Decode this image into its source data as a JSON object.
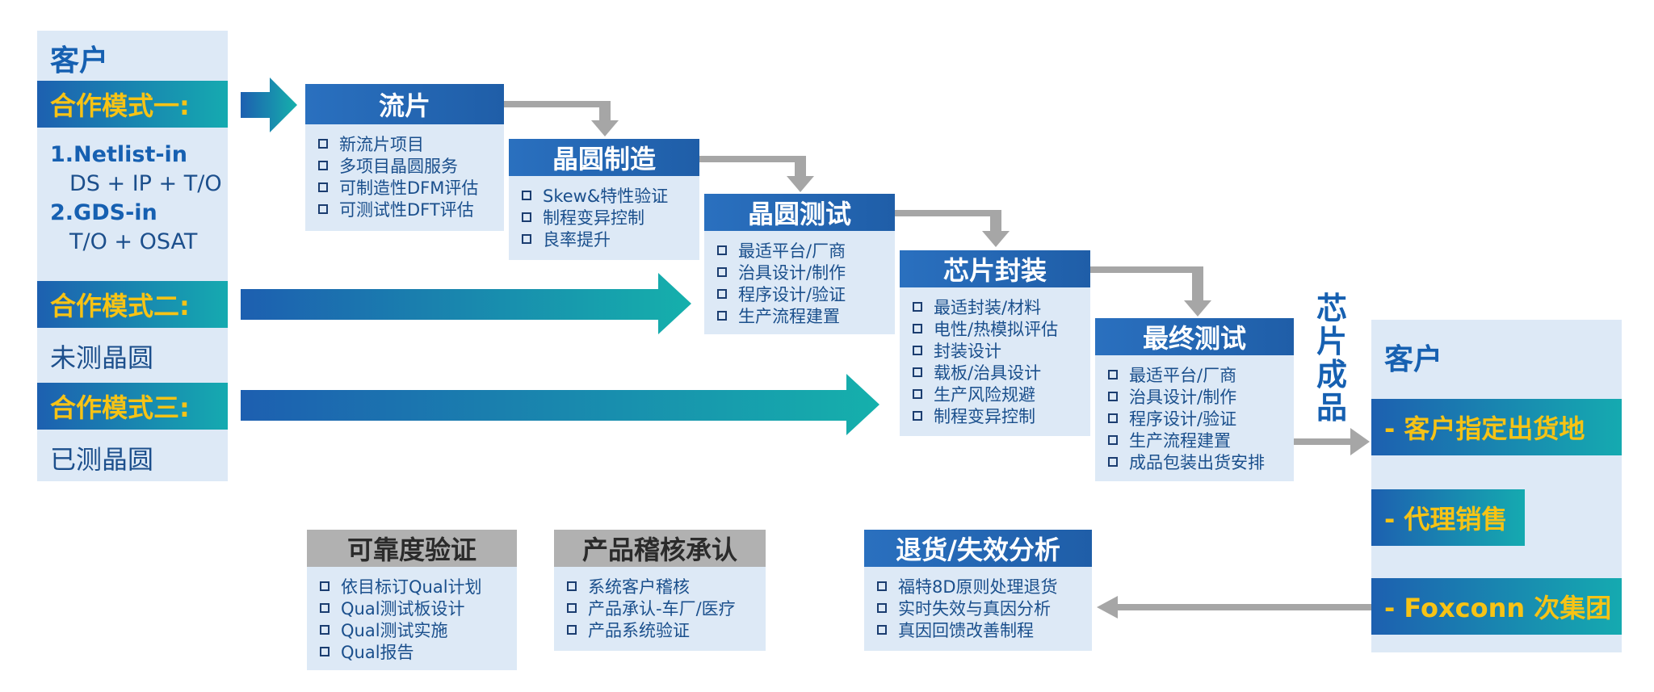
{
  "customer_left": {
    "title": "客户",
    "mode1": {
      "label": "合作模式一:",
      "lines": [
        "1.Netlist-in",
        "DS + IP + T/O",
        "2.GDS-in",
        "T/O + OSAT"
      ]
    },
    "mode2": {
      "label": "合作模式二:",
      "text": "未测晶圆"
    },
    "mode3": {
      "label": "合作模式三:",
      "text": "已测晶圆"
    }
  },
  "stages": [
    {
      "title": "流片",
      "items": [
        "新流片项目",
        "多项目晶圆服务",
        "可制造性DFM评估",
        "可测试性DFT评估"
      ]
    },
    {
      "title": "晶圆制造",
      "items": [
        "Skew&特性验证",
        "制程变异控制",
        "良率提升"
      ]
    },
    {
      "title": "晶圆测试",
      "items": [
        "最适平台/厂商",
        "治具设计/制作",
        "程序设计/验证",
        "生产流程建置"
      ]
    },
    {
      "title": "芯片封装",
      "items": [
        "最适封装/材料",
        "电性/热模拟评估",
        "封装设计",
        "载板/治具设计",
        "生产风险规避",
        "制程变异控制"
      ]
    },
    {
      "title": "最终测试",
      "items": [
        "最适平台/厂商",
        "治具设计/制作",
        "程序设计/验证",
        "生产流程建置",
        "成品包装出货安排"
      ]
    }
  ],
  "support": [
    {
      "title": "可靠度验证",
      "items": [
        "依目标订Qual计划",
        "Qual测试板设计",
        "Qual测试实施",
        "Qual报告"
      ]
    },
    {
      "title": "产品稽核承认",
      "items": [
        "系统客户稽核",
        "产品承认-车厂/医疗",
        "产品系统验证"
      ]
    },
    {
      "title": "退货/失效分析",
      "items": [
        "福特8D原则处理退货",
        "实时失效与真因分析",
        "真因回馈改善制程"
      ]
    }
  ],
  "finished_label": "芯片成品",
  "customer_right": {
    "title": "客户",
    "options": [
      "- 客户指定出货地",
      "- 代理销售",
      "- Foxconn 次集团"
    ]
  },
  "colors": {
    "header_blue": "#2a70bf",
    "panel": "#dde9f6",
    "gold": "#f7c315",
    "teal": "#15aab0",
    "gray_arrow": "#a6a6a6"
  }
}
